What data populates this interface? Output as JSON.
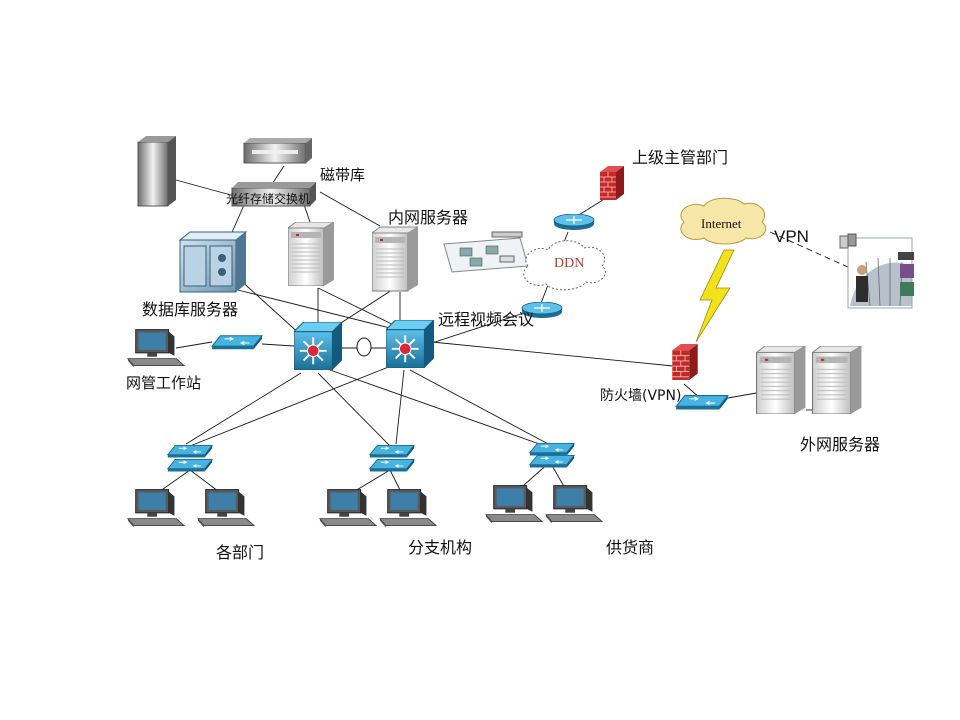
{
  "labels": {
    "tape_library": "磁带库",
    "fiber_switch": "光纤存储交换机",
    "intranet_server": "内网服务器",
    "superior_dept": "上级主管部门",
    "ddn": "DDN",
    "internet": "Internet",
    "vpn": "VPN",
    "db_server": "数据库服务器",
    "video_conf": "远程视频会议",
    "nms_workstation": "网管工作站",
    "firewall_vpn": "防火墙(VPN)",
    "extranet_server": "外网服务器",
    "departments": "各部门",
    "branches": "分支机构",
    "suppliers": "供货商"
  },
  "colors": {
    "line": "#1a1a1a",
    "switch_blue": "#2a9fcf",
    "switch_dark": "#1b6f96",
    "cloud_fill": "#f6e7a8",
    "ddn_text": "#c0392b",
    "firewall_red": "#c62828",
    "lightning": "#f2e21b"
  },
  "icons": [
    "server-tower-icon",
    "tape-library-icon",
    "fiber-switch-icon",
    "database-server-icon",
    "core-switch-icon",
    "router-icon",
    "firewall-icon",
    "cloud-icon",
    "workstation-icon",
    "access-switch-icon",
    "video-conference-icon",
    "remote-user-icon",
    "lightning-icon"
  ]
}
